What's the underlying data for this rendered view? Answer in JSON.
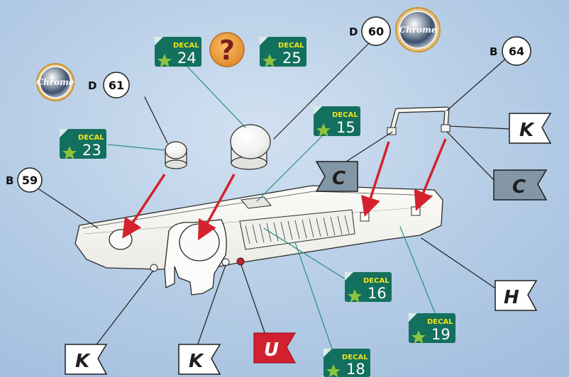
{
  "colors": {
    "background": "#b6cde6",
    "leader_line_dark": "#1e1e1e",
    "leader_line_teal": "#2b8c86",
    "arrow": "#d3222e",
    "decal_tag": "#13705e",
    "decal_star": "#8cc43f",
    "decal_text_yellow": "#f3e21a",
    "question_badge": "#f0a03c",
    "question_mark": "#7a1f1f",
    "flag_white": "#ffffff",
    "flag_gray": "#8296a6",
    "flag_red": "#d2202f",
    "part_white": "#f7f7f3",
    "part_outline": "#2a2a2a",
    "chrome_ring": "#c99432"
  },
  "callouts": [
    {
      "id": "b59",
      "letter": "B",
      "number": "59"
    },
    {
      "id": "d61",
      "letter": "D",
      "number": "61"
    },
    {
      "id": "d60",
      "letter": "D",
      "number": "60"
    },
    {
      "id": "b64",
      "letter": "B",
      "number": "64"
    }
  ],
  "chrome_badges": [
    {
      "id": "chrome-d61",
      "text": "Chrome"
    },
    {
      "id": "chrome-d60",
      "text": "Chrome"
    }
  ],
  "decals": [
    {
      "id": "d24",
      "label": "DECAL",
      "number": "24"
    },
    {
      "id": "d25",
      "label": "DECAL",
      "number": "25"
    },
    {
      "id": "d23",
      "label": "DECAL",
      "number": "23"
    },
    {
      "id": "d15",
      "label": "DECAL",
      "number": "15"
    },
    {
      "id": "d16",
      "label": "DECAL",
      "number": "16"
    },
    {
      "id": "d19",
      "label": "DECAL",
      "number": "19"
    },
    {
      "id": "d18",
      "label": "DECAL",
      "number": "18"
    }
  ],
  "question_badge": {
    "symbol": "?"
  },
  "flags": [
    {
      "id": "flag-k-right",
      "letter": "K",
      "style": "white"
    },
    {
      "id": "flag-c-left",
      "letter": "C",
      "style": "gray"
    },
    {
      "id": "flag-c-right",
      "letter": "C",
      "style": "gray"
    },
    {
      "id": "flag-h",
      "letter": "H",
      "style": "white"
    },
    {
      "id": "flag-k-bottom-left",
      "letter": "K",
      "style": "white"
    },
    {
      "id": "flag-k-bottom-mid",
      "letter": "K",
      "style": "white"
    },
    {
      "id": "flag-u",
      "letter": "U",
      "style": "red"
    }
  ]
}
